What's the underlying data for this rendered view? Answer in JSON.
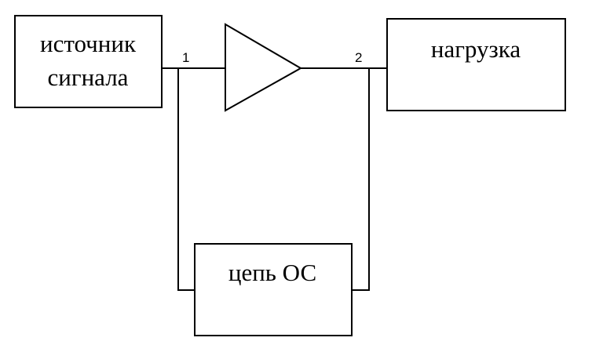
{
  "diagram": {
    "source_label_line1": "источник",
    "source_label_line2": "сигнала",
    "load_label": "нагрузка",
    "feedback_label": "цепь ОС",
    "node1_label": "1",
    "node2_label": "2"
  }
}
